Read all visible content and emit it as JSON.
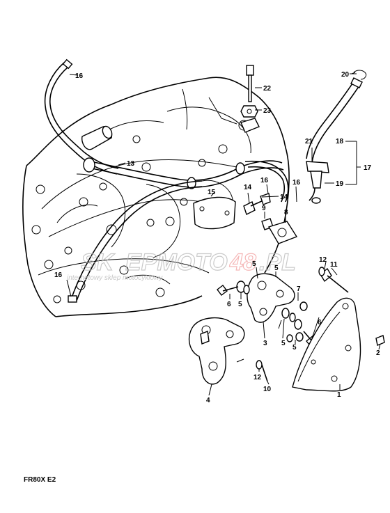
{
  "caption": "FR80X E2",
  "watermark": {
    "brand_left": "SK",
    "brand_mid": "EPMOTO",
    "brand_red": "48",
    "brand_tld": ".PL",
    "tagline": "internetowy sklep motocyklowy"
  },
  "callouts": {
    "c1": "1",
    "c2": "2",
    "c3": "3",
    "c4": "4",
    "c5a": "5",
    "c5b": "5",
    "c5c": "5",
    "c5d": "5",
    "c5e": "5",
    "c6a": "6",
    "c6b": "6",
    "c7": "7",
    "c8": "8",
    "c9": "9",
    "c10": "10",
    "c11": "11",
    "c12a": "12",
    "c12b": "12",
    "c13": "13",
    "c14a": "14",
    "c14b": "14",
    "c15": "15",
    "c16a": "16",
    "c16b": "16",
    "c16c": "16",
    "c16d": "16",
    "c17": "17",
    "c18": "18",
    "c19": "19",
    "c20": "20",
    "c21": "21",
    "c22": "22",
    "c23": "23"
  }
}
